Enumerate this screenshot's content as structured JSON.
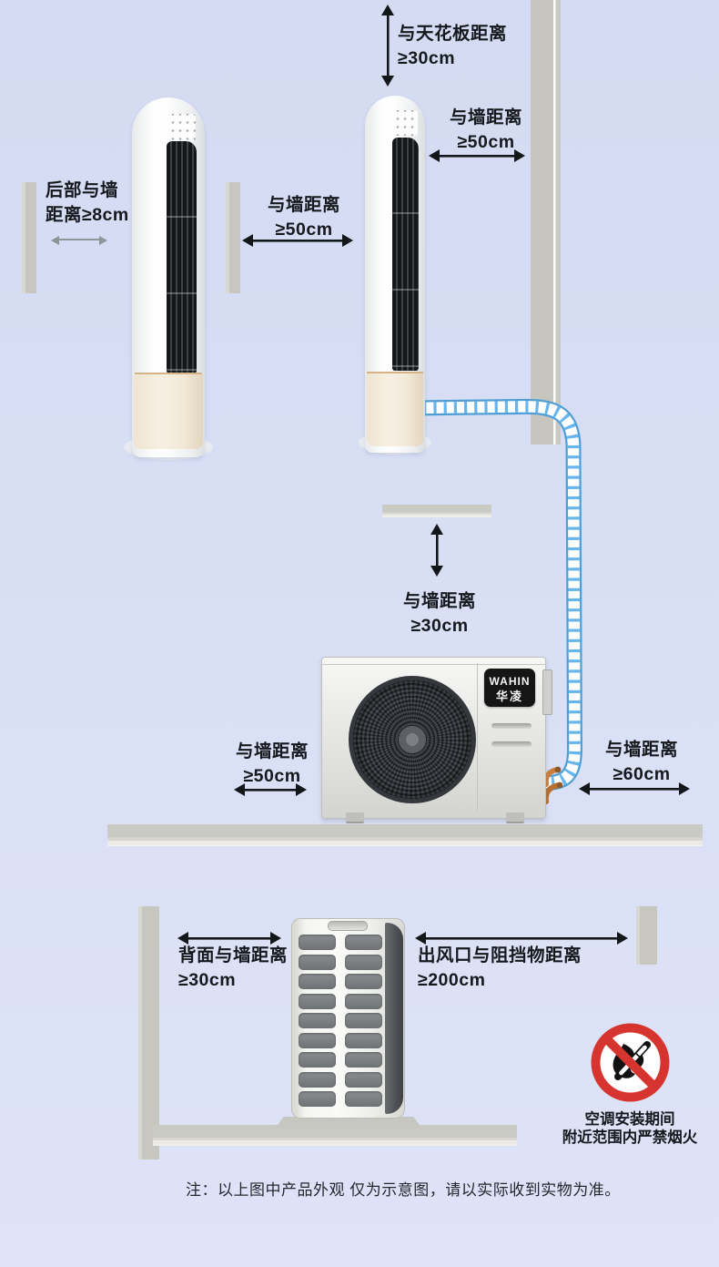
{
  "labels": {
    "ceiling_distance": {
      "line1": "与天花板距离",
      "line2": "≥30cm"
    },
    "wall_top_right": {
      "line1": "与墙距离",
      "line2": "≥50cm"
    },
    "rear_wall": {
      "line1": "后部与墙",
      "line2": "距离≥8cm"
    },
    "wall_mid": {
      "line1": "与墙距离",
      "line2": "≥50cm"
    },
    "outdoor_above": {
      "line1": "与墙距离",
      "line2": "≥30cm"
    },
    "outdoor_left": {
      "line1": "与墙距离",
      "line2": "≥50cm"
    },
    "outdoor_right": {
      "line1": "与墙距离",
      "line2": "≥60cm"
    },
    "back_to_wall": {
      "line1": "背面与墙距离",
      "line2": "≥30cm"
    },
    "outlet_clearance": {
      "line1": "出风口与阻挡物距离",
      "line2": "≥200cm"
    }
  },
  "brand": {
    "en": "WAHIN",
    "cn": "华凌"
  },
  "warning": {
    "line1": "空调安装期间",
    "line2": "附近范围内严禁烟火"
  },
  "note": "注：以上图中产品外观 仅为示意图，请以实际收到实物为准。",
  "colors": {
    "background": "#d8def4",
    "wall_gray": "#c7c7c0",
    "pipe_blue": "#5fb0e8",
    "arrow_black": "#14171a",
    "warning_red": "#d6342e",
    "base_cream": "#f3ead9",
    "grille_dark": "#17191c"
  }
}
